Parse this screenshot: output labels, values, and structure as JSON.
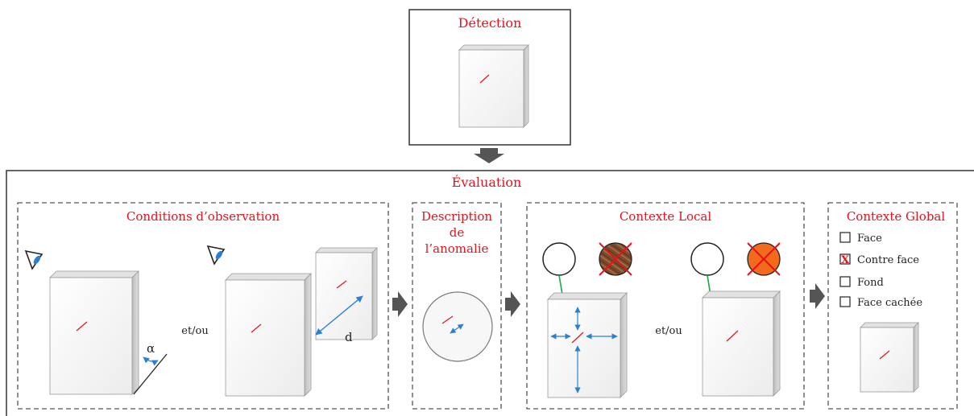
{
  "detection": {
    "title": "Détection"
  },
  "evaluation": {
    "title": "Évaluation"
  },
  "observation": {
    "title": "Conditions d’observation",
    "alpha": "α",
    "d": "d",
    "or": "et/ou"
  },
  "description": {
    "title_lines": [
      "Description",
      "de",
      "l’anomalie"
    ]
  },
  "local": {
    "title": "Contexte Local",
    "or": "et/ou"
  },
  "global": {
    "title": "Contexte Global",
    "options": [
      {
        "label": "Face",
        "checked": false
      },
      {
        "label": "Contre face",
        "checked": true
      },
      {
        "label": "Fond",
        "checked": false
      },
      {
        "label": "Face cachée",
        "checked": false
      }
    ]
  },
  "colors": {
    "title_red": "#e8111a",
    "arrow_blue": "#2a7fd4",
    "arrow_green": "#1aa64a",
    "wood_brown": "#7a4a2a",
    "orange": "#f26a1b",
    "flow_arrow": "#555555"
  }
}
